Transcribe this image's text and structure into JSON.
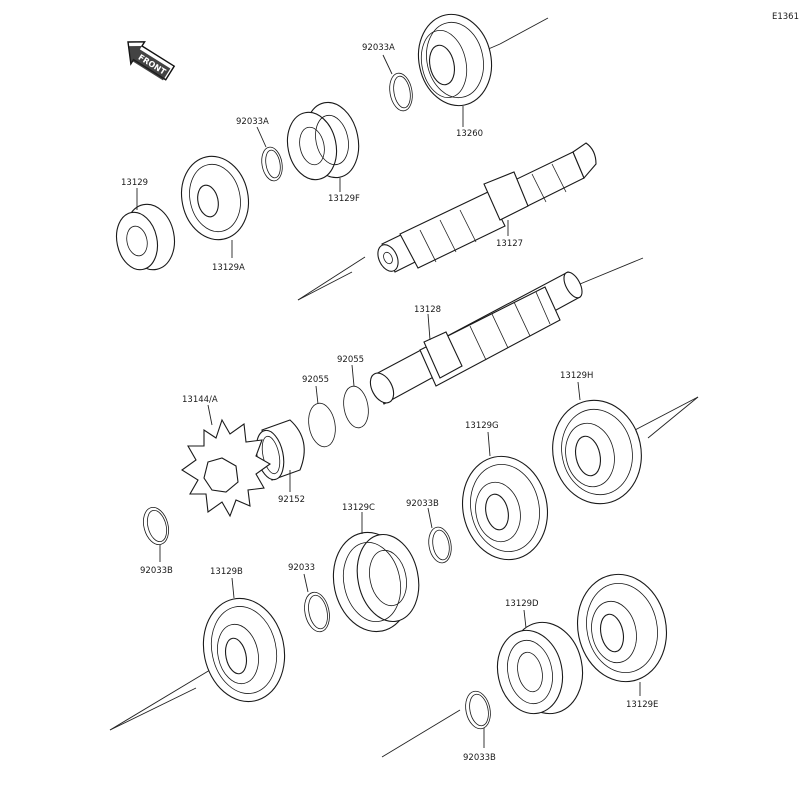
{
  "diagram": {
    "figure_code": "E1361",
    "front_label": "FRONT",
    "parts": [
      {
        "id": "13260",
        "label": "13260"
      },
      {
        "id": "92033A-top",
        "label": "92033A"
      },
      {
        "id": "13129F",
        "label": "13129F"
      },
      {
        "id": "92033A-mid",
        "label": "92033A"
      },
      {
        "id": "13129",
        "label": "13129"
      },
      {
        "id": "13129A",
        "label": "13129A"
      },
      {
        "id": "13127",
        "label": "13127"
      },
      {
        "id": "13128",
        "label": "13128"
      },
      {
        "id": "92055-a",
        "label": "92055"
      },
      {
        "id": "92055-b",
        "label": "92055"
      },
      {
        "id": "13144A",
        "label": "13144/A"
      },
      {
        "id": "92152",
        "label": "92152"
      },
      {
        "id": "13129H",
        "label": "13129H"
      },
      {
        "id": "13129G",
        "label": "13129G"
      },
      {
        "id": "13129C",
        "label": "13129C"
      },
      {
        "id": "92033B-mid",
        "label": "92033B"
      },
      {
        "id": "92033B-left",
        "label": "92033B"
      },
      {
        "id": "13129B",
        "label": "13129B"
      },
      {
        "id": "92033",
        "label": "92033"
      },
      {
        "id": "13129D",
        "label": "13129D"
      },
      {
        "id": "13129E",
        "label": "13129E"
      },
      {
        "id": "92033B-bottom",
        "label": "92033B"
      }
    ]
  }
}
